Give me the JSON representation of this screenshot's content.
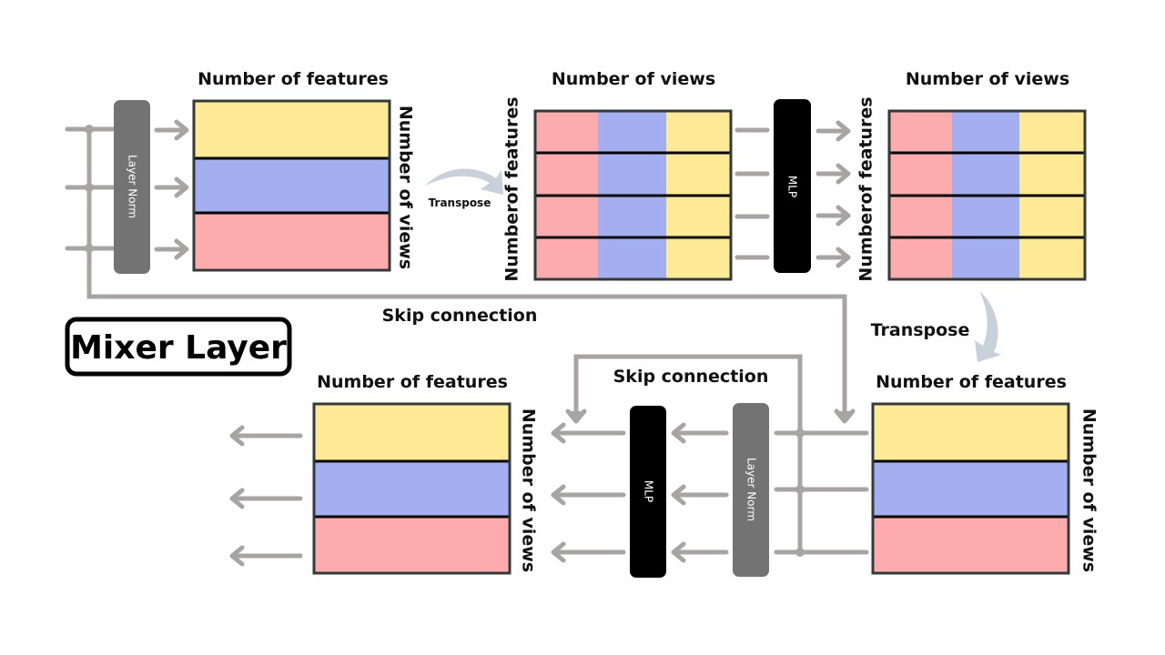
{
  "diagram": {
    "title": "Mixer Layer",
    "colors": {
      "yellow": "#fee994",
      "blue": "#a3aff0",
      "pink": "#feabad",
      "connector": "#a8a4a4",
      "transpose_arrow": "#c8d0da",
      "layer_norm": "#737373",
      "mlp": "#000000"
    },
    "stage1": {
      "top_label": "Number of features",
      "side_label": "Number of views",
      "block": "Layer Norm",
      "rows": [
        "yellow",
        "blue",
        "pink"
      ]
    },
    "transpose1": {
      "label": "Transpose"
    },
    "stage2": {
      "top_label": "Number of views",
      "side_label": "Numberof features",
      "columns": [
        "pink",
        "blue",
        "yellow"
      ],
      "row_count": 4
    },
    "mlp1": {
      "label": "MLP"
    },
    "stage3": {
      "top_label": "Number of views",
      "side_label": "Numberof features",
      "columns": [
        "pink",
        "blue",
        "yellow"
      ],
      "row_count": 4
    },
    "skip1": {
      "label": "Skip connection"
    },
    "transpose2": {
      "label": "Transpose"
    },
    "stage4": {
      "top_label": "Number of features",
      "side_label": "Number of views",
      "rows": [
        "yellow",
        "blue",
        "pink"
      ],
      "block": "Layer Norm"
    },
    "skip2": {
      "label": "Skip connection"
    },
    "mlp2": {
      "label": "MLP"
    },
    "stage5": {
      "top_label": "Number of features",
      "side_label": "Number of views",
      "rows": [
        "yellow",
        "blue",
        "pink"
      ]
    }
  }
}
